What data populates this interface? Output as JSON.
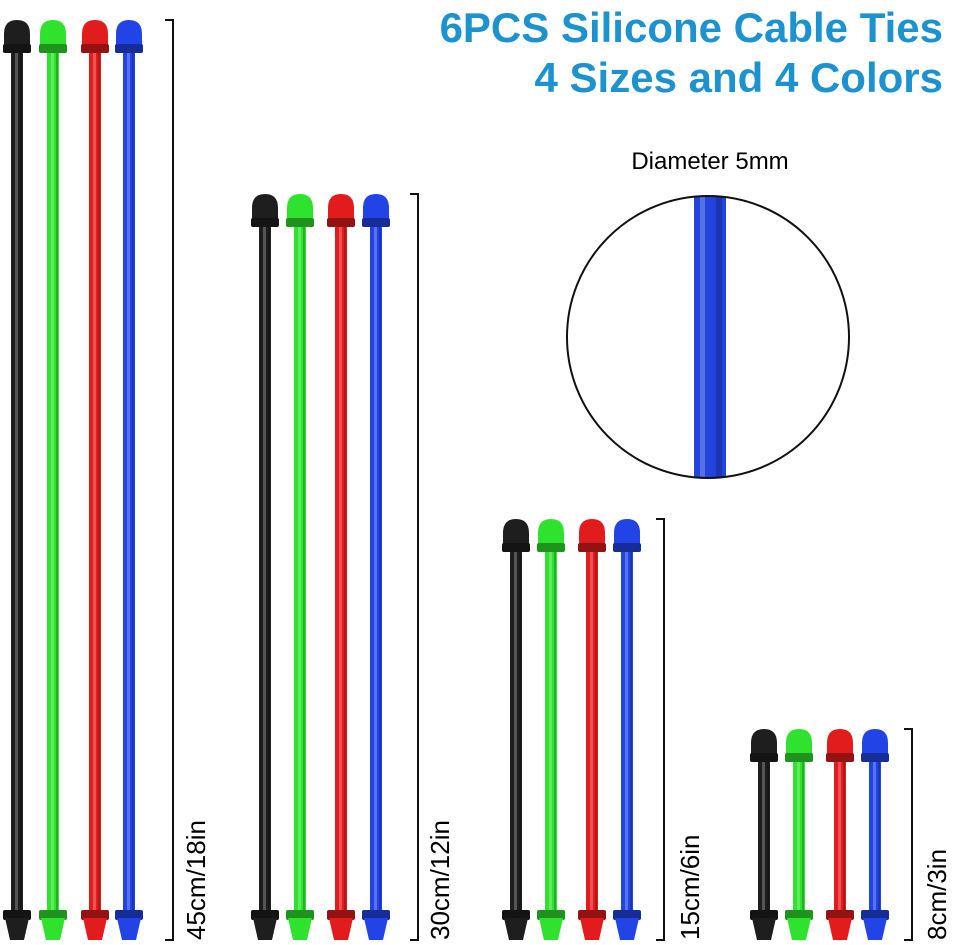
{
  "header": {
    "title_line1": "6PCS Silicone Cable Ties",
    "title_line2": "4 Sizes and 4 Colors",
    "title_color": "#1c92cf"
  },
  "detail": {
    "label": "Diameter 5mm",
    "tie_color": "#2244dd"
  },
  "tie_colors": [
    "#1e1e1e",
    "#2ee22e",
    "#e21c1c",
    "#2244e6"
  ],
  "groups": [
    {
      "label": "45cm/18in"
    },
    {
      "label": "30cm/12in"
    },
    {
      "label": "15cm/6in"
    },
    {
      "label": "8cm/3in"
    }
  ]
}
